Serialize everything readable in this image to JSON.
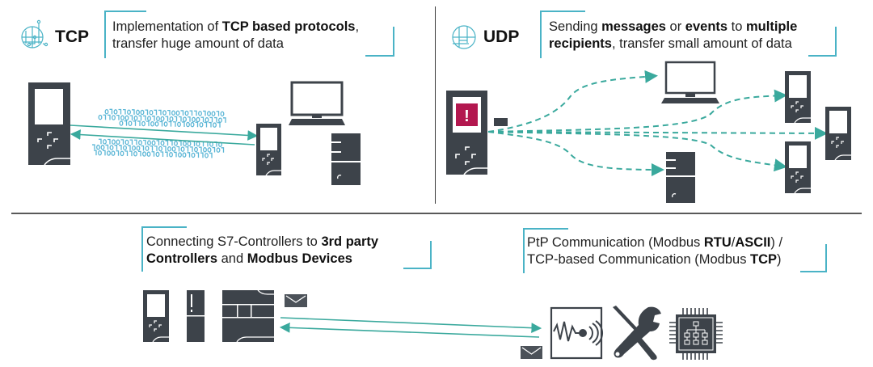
{
  "colors": {
    "accent": "#4ab3c6",
    "arrow": "#3aa99d",
    "device": "#3d434a",
    "alert": "#b3174f",
    "data_bits": "#5bb6d6"
  },
  "tcp": {
    "label": "TCP",
    "icon": "network-globe-icon",
    "caption_parts": [
      {
        "text": "Implementation of ",
        "bold": false
      },
      {
        "text": "TCP based protocols",
        "bold": true
      },
      {
        "text": ",",
        "bold": false
      },
      {
        "text": "\n",
        "bold": false
      },
      {
        "text": "transfer huge amount of data",
        "bold": false
      }
    ],
    "devices": [
      "plc-large-icon",
      "plc-small-icon",
      "desktop-computer-icon",
      "server-tower-icon"
    ]
  },
  "udp": {
    "label": "UDP",
    "icon": "network-globe-icon",
    "caption_parts": [
      {
        "text": "Sending ",
        "bold": false
      },
      {
        "text": "messages",
        "bold": true
      },
      {
        "text": " or ",
        "bold": false
      },
      {
        "text": "events",
        "bold": true
      },
      {
        "text": " to ",
        "bold": false
      },
      {
        "text": "multiple",
        "bold": true
      },
      {
        "text": "\n",
        "bold": false
      },
      {
        "text": "recipients",
        "bold": true
      },
      {
        "text": ", transfer small amount of data",
        "bold": false
      }
    ],
    "alert_glyph": "!",
    "devices": [
      "plc-alert-icon",
      "desktop-computer-icon",
      "server-tower-icon",
      "plc-small-icon",
      "plc-small-icon",
      "plc-small-icon"
    ]
  },
  "modbus_left": {
    "caption_parts": [
      {
        "text": "Connecting S7-Controllers to ",
        "bold": false
      },
      {
        "text": "3rd party",
        "bold": true
      },
      {
        "text": "\n",
        "bold": false
      },
      {
        "text": "Controllers",
        "bold": true
      },
      {
        "text": " and ",
        "bold": false
      },
      {
        "text": "Modbus Devices",
        "bold": true
      }
    ],
    "devices": [
      "plc-small-icon",
      "io-module-icon",
      "controller-rack-icon",
      "envelope-icon"
    ]
  },
  "modbus_right": {
    "caption_parts": [
      {
        "text": "PtP Communication (Modbus ",
        "bold": false
      },
      {
        "text": "RTU",
        "bold": true
      },
      {
        "text": "/",
        "bold": false
      },
      {
        "text": "ASCII",
        "bold": true
      },
      {
        "text": ") /",
        "bold": false
      },
      {
        "text": "\n",
        "bold": false
      },
      {
        "text": "TCP-based Communication (Modbus ",
        "bold": false
      },
      {
        "text": "TCP",
        "bold": true
      },
      {
        "text": ")",
        "bold": false
      }
    ],
    "devices": [
      "envelope-icon",
      "sensor-signal-icon",
      "tools-wrench-screwdriver-icon",
      "chip-network-icon"
    ]
  }
}
